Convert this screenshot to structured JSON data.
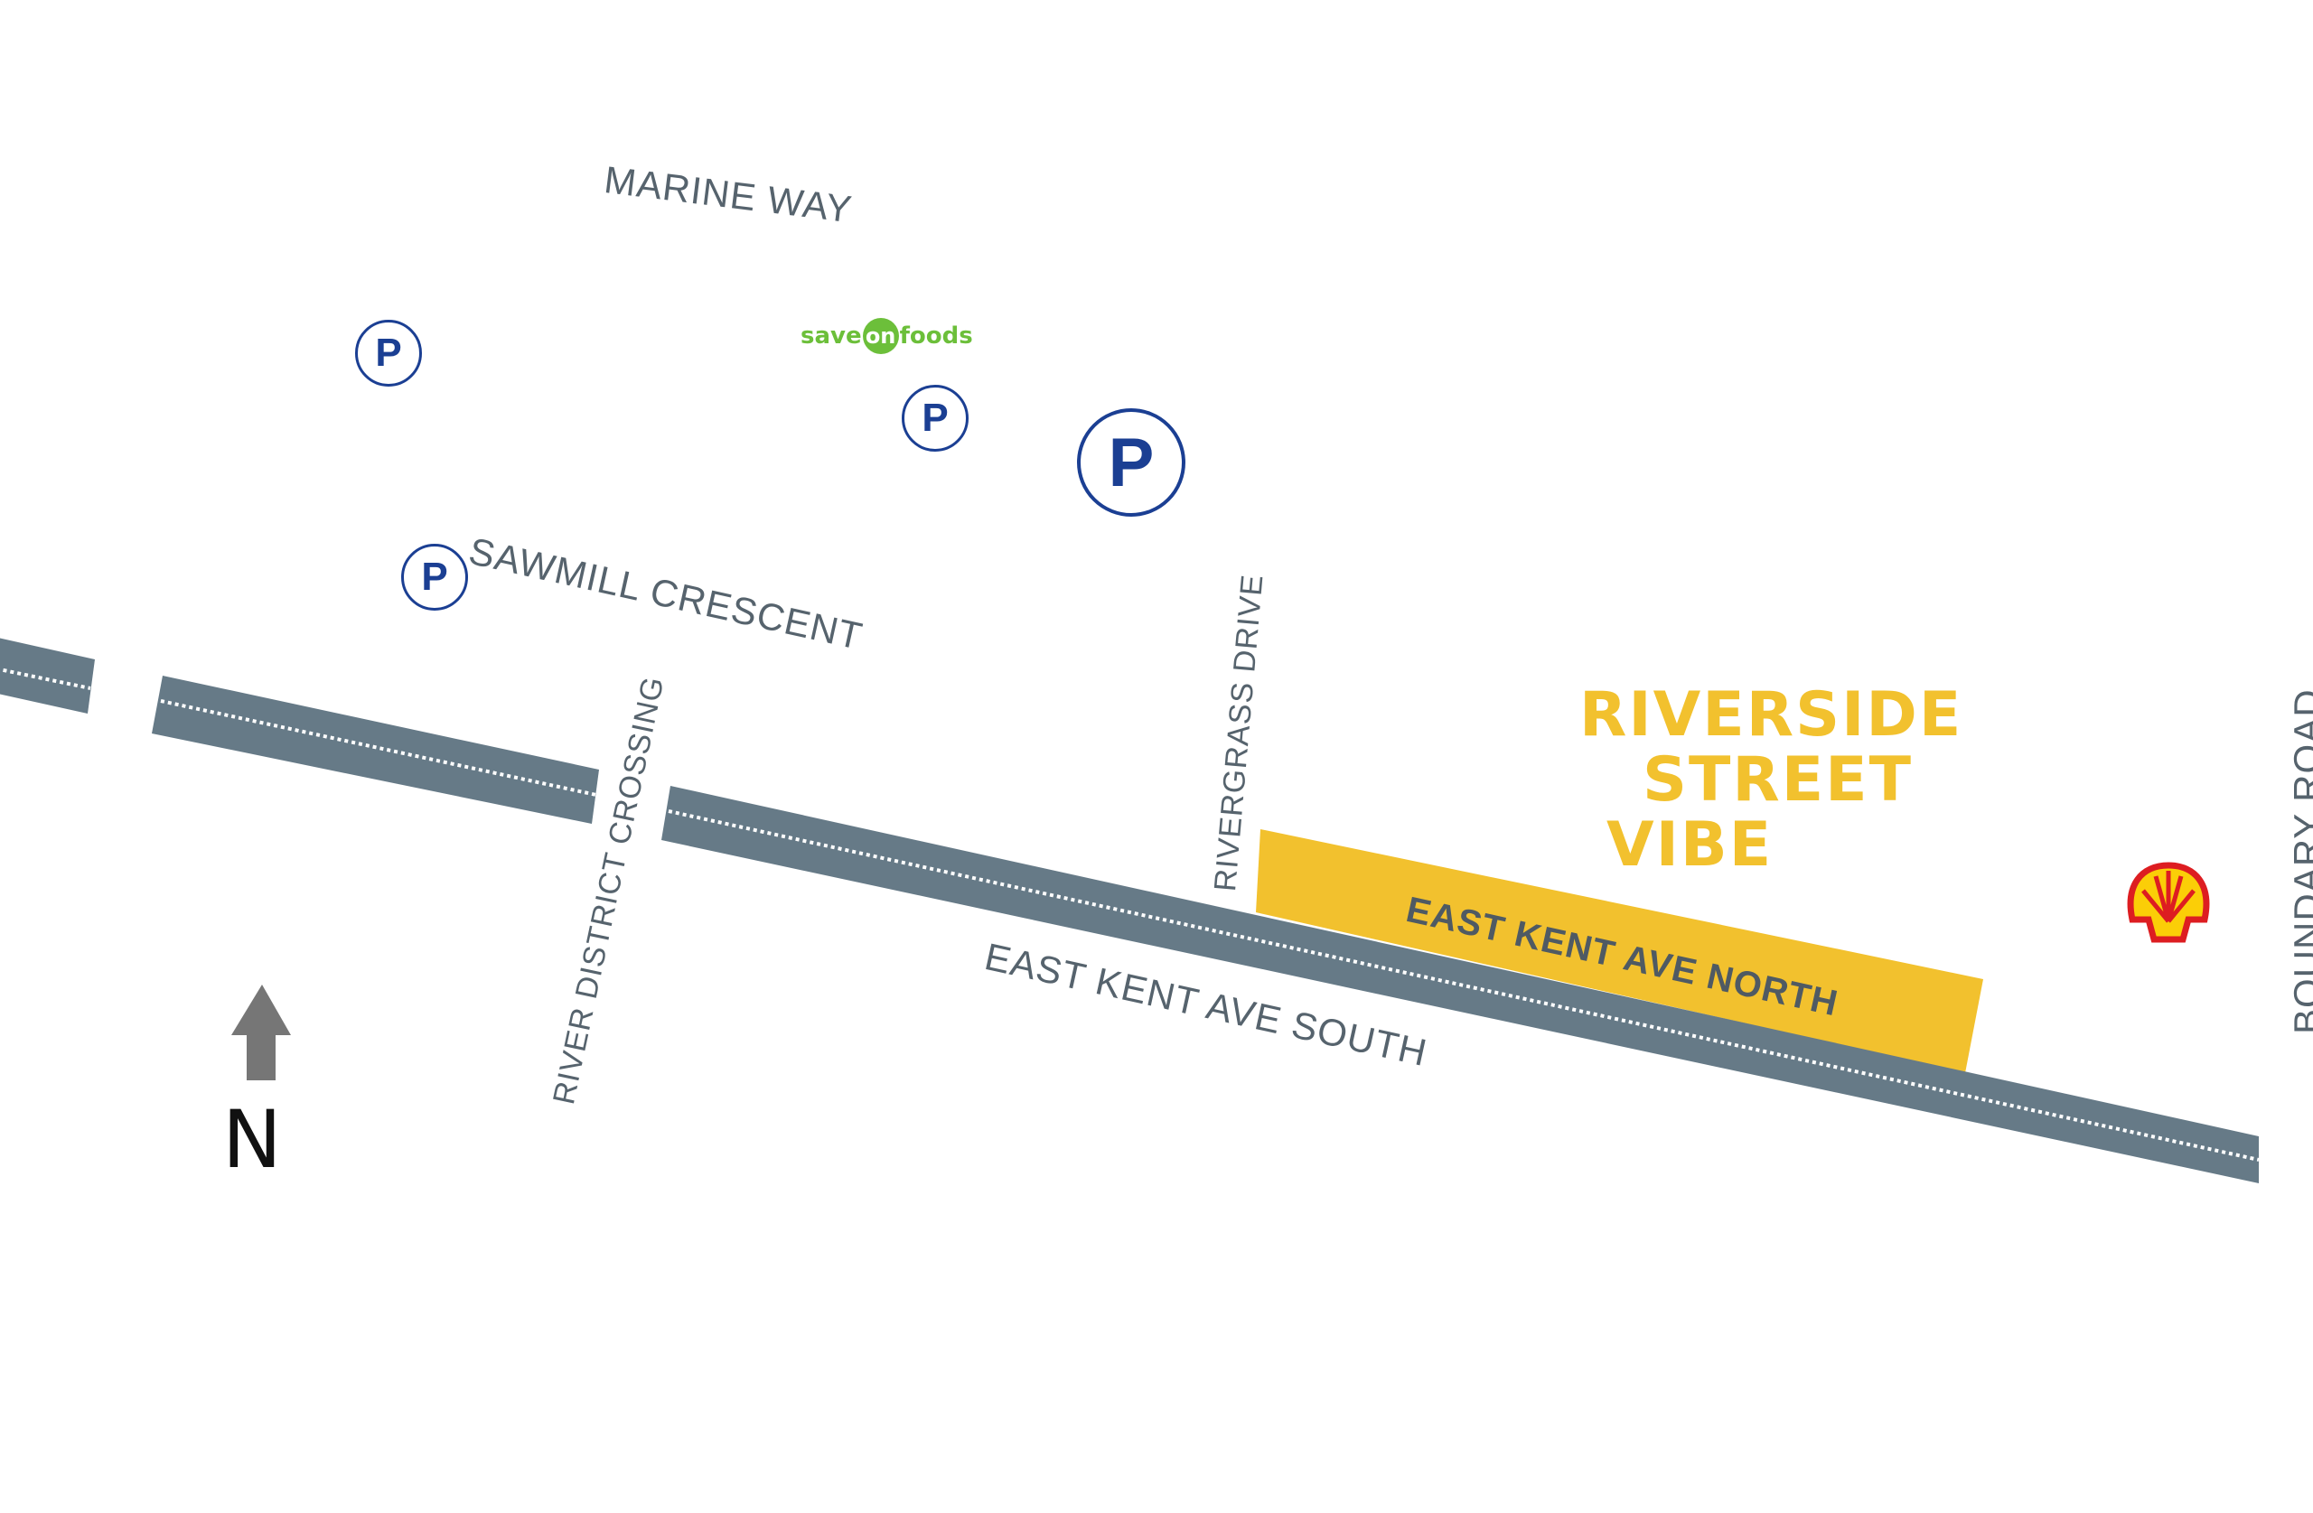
{
  "map": {
    "streets": {
      "marine_way": "MARINE WAY",
      "sawmill_crescent": "SAWMILL CRESCENT",
      "river_district_crossing": "RIVER DISTRICT CROSSING",
      "rivergrass_drive": "RIVERGRASS DRIVE",
      "east_kent_ave_south": "EAST KENT AVE SOUTH",
      "east_kent_ave_north": "EAST KENT AVE NORTH",
      "boundary_road": "BOUNDARY ROAD"
    },
    "event": {
      "line1": "RIVERSIDE",
      "line2": "STREET",
      "line3": "VIBE"
    },
    "landmarks": {
      "grocery_part1": "save",
      "grocery_part2": "on",
      "grocery_part3": "foods",
      "gas_station_icon": "shell-logo"
    },
    "parking_symbol": "P",
    "parking_icons": [
      "parking-icon",
      "parking-icon",
      "parking-icon",
      "parking-icon"
    ],
    "compass_label": "N",
    "colors": {
      "event_area": "#f2c12e",
      "rail": "#667a87",
      "street_text": "#56636d",
      "parking": "#1b3f93",
      "grocery": "#6cbf3a",
      "shell_red": "#dd1d21",
      "shell_yellow": "#fbce07",
      "compass_arrow": "#767676"
    }
  }
}
